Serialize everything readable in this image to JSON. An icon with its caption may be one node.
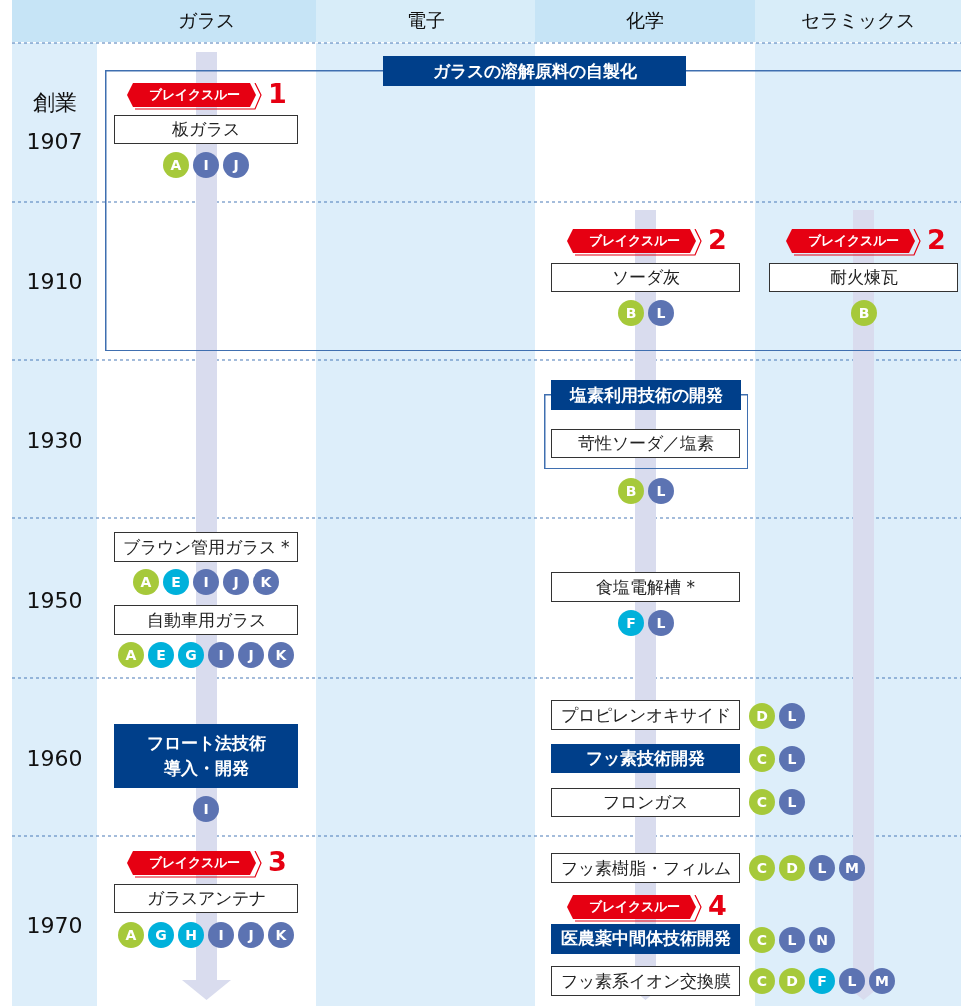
{
  "diagram": {
    "nodes": [
      {
        "text": [
          "ガラスの溶解原料の自製化"
        ]
      },
      {
        "text": [
          "ブレイクスルー"
        ],
        "beside": [
          "1"
        ],
        "in": 0
      },
      {
        "text": [
          "板ガラス"
        ],
        "in": 0
      },
      {
        "text": [
          "A"
        ],
        "in": 0
      },
      {
        "text": [
          "I"
        ],
        "in": 0
      },
      {
        "text": [
          "J"
        ],
        "in": 0
      },
      {
        "text": [
          "ブレイクスルー"
        ],
        "beside": [
          "2"
        ],
        "in": 0
      },
      {
        "text": [
          "ブレイクスルー"
        ],
        "beside": [
          "2"
        ],
        "in": 0
      },
      {
        "text": [
          "ソーダ灰"
        ],
        "in": 0
      },
      {
        "text": [
          "耐火煉瓦"
        ],
        "in": 0
      },
      {
        "text": [
          "B"
        ],
        "in": 0
      },
      {
        "text": [
          "L"
        ],
        "in": 0
      },
      {
        "text": [
          "B"
        ],
        "in": 0
      },
      {
        "text": [
          "塩素利用技術の開発"
        ]
      },
      {
        "text": [
          "苛性ソーダ／塩素"
        ],
        "in": 13
      },
      {
        "text": [
          "B"
        ]
      },
      {
        "text": [
          "L"
        ]
      },
      {
        "text": [
          "ブラウン管用ガラス *"
        ]
      },
      {
        "text": [
          "A"
        ]
      },
      {
        "text": [
          "E"
        ]
      },
      {
        "text": [
          "I"
        ]
      },
      {
        "text": [
          "J"
        ]
      },
      {
        "text": [
          "K"
        ]
      },
      {
        "text": [
          "食塩電解槽 *"
        ]
      },
      {
        "text": [
          "F"
        ]
      },
      {
        "text": [
          "L"
        ]
      },
      {
        "text": [
          "自動車用ガラス"
        ]
      },
      {
        "text": [
          "A"
        ]
      },
      {
        "text": [
          "E"
        ]
      },
      {
        "text": [
          "G"
        ]
      },
      {
        "text": [
          "I"
        ]
      },
      {
        "text": [
          "J"
        ]
      },
      {
        "text": [
          "K"
        ]
      },
      {
        "text": [
          "プロピレンオキサイド"
        ]
      },
      {
        "text": [
          "D"
        ]
      },
      {
        "text": [
          "L"
        ]
      },
      {
        "text": [
          "フロート法技術導入・開発"
        ]
      },
      {
        "text": [
          "フッ素技術開発"
        ]
      },
      {
        "text": [
          "C"
        ]
      },
      {
        "text": [
          "L"
        ]
      },
      {
        "text": [
          "フロンガス"
        ]
      },
      {
        "text": [
          "C"
        ]
      },
      {
        "text": [
          "L"
        ]
      },
      {
        "text": [
          "I"
        ]
      },
      {
        "text": [
          "ブレイクスルー"
        ],
        "beside": [
          "3"
        ]
      },
      {
        "text": [
          "ガラスアンテナ"
        ]
      },
      {
        "text": [
          "A"
        ]
      },
      {
        "text": [
          "G"
        ]
      },
      {
        "text": [
          "H"
        ]
      },
      {
        "text": [
          "I"
        ]
      },
      {
        "text": [
          "J"
        ]
      },
      {
        "text": [
          "K"
        ]
      },
      {
        "text": [
          "フッ素樹脂・フィルム"
        ]
      },
      {
        "text": [
          "C"
        ]
      },
      {
        "text": [
          "D"
        ]
      },
      {
        "text": [
          "L"
        ]
      },
      {
        "text": [
          "M"
        ]
      },
      {
        "text": [
          "ブレイクスルー"
        ],
        "beside": [
          "4"
        ]
      },
      {
        "text": [
          "医農薬中間体技術開発"
        ]
      },
      {
        "text": [
          "C"
        ]
      },
      {
        "text": [
          "L"
        ]
      },
      {
        "text": [
          "N"
        ]
      },
      {
        "text": [
          "フッ素系イオン交換膜"
        ]
      },
      {
        "text": [
          "C"
        ]
      },
      {
        "text": [
          "D"
        ]
      },
      {
        "text": [
          "F"
        ]
      },
      {
        "text": [
          "L"
        ]
      },
      {
        "text": [
          "M"
        ]
      }
    ],
    "labels": [
      "ガラス",
      "電子",
      "化学",
      "セラミックス",
      "創業",
      "1907",
      "1910",
      "1930",
      "1950",
      "1960",
      "1970"
    ]
  }
}
